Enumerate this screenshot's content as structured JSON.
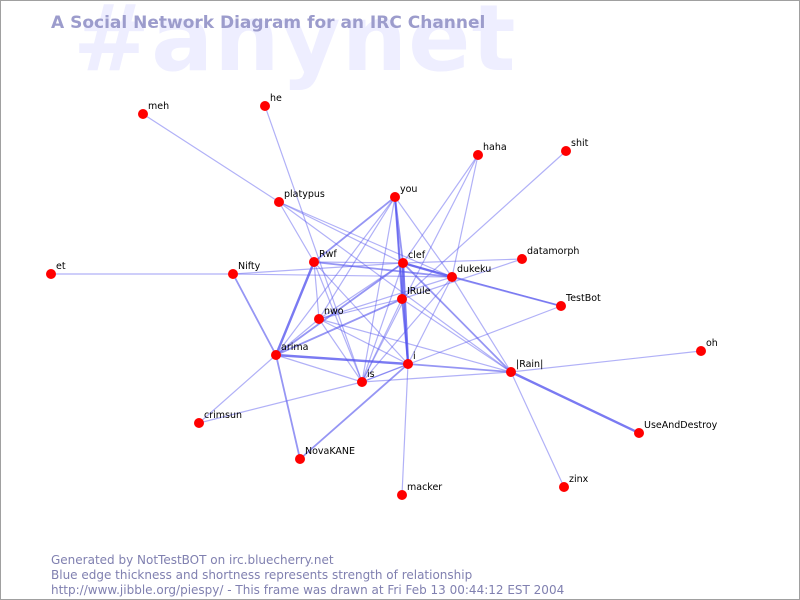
{
  "watermark": "#anynet",
  "title": "A Social Network Diagram for an IRC Channel",
  "footer": {
    "line1": "Generated by NotTestBOT on irc.bluecherry.net",
    "line2": "Blue edge thickness and shortness represents strength of relationship",
    "line3": "http://www.jibble.org/piespy/ - This frame was drawn at Fri Feb 13 00:44:12 EST 2004"
  },
  "colors": {
    "node": "#ff0000",
    "edge": "#5555ee",
    "label": "#000000",
    "title": "#9c9ccc",
    "watermark": "#eeeeff",
    "footer": "#8080b0"
  },
  "nicks": [
    "meh",
    "he",
    "haha",
    "shit",
    "platypus",
    "you",
    "et",
    "Nifty",
    "Rwf",
    "clef",
    "dukeku",
    "datamorph",
    "TestBot",
    "IRule",
    "nwo",
    "arima",
    "i",
    "|Rain|",
    "oh",
    "is",
    "crimsun",
    "UseAndDestroy",
    "NovaKANE",
    "zinx",
    "macker"
  ],
  "relationships": [
    [
      "meh",
      "platypus",
      1
    ],
    [
      "he",
      "is",
      1
    ],
    [
      "et",
      "Nifty",
      1
    ],
    [
      "Nifty",
      "arima",
      2
    ],
    [
      "Nifty",
      "clef",
      1
    ],
    [
      "Nifty",
      "dukeku",
      1
    ],
    [
      "platypus",
      "Rwf",
      1
    ],
    [
      "platypus",
      "clef",
      1
    ],
    [
      "platypus",
      "dukeku",
      1
    ],
    [
      "platypus",
      "|Rain|",
      1
    ],
    [
      "you",
      "Rwf",
      2
    ],
    [
      "you",
      "clef",
      2
    ],
    [
      "you",
      "IRule",
      2
    ],
    [
      "you",
      "i",
      2
    ],
    [
      "you",
      "is",
      1
    ],
    [
      "you",
      "nwo",
      1
    ],
    [
      "you",
      "arima",
      1
    ],
    [
      "you",
      "dukeku",
      1
    ],
    [
      "haha",
      "clef",
      1
    ],
    [
      "haha",
      "dukeku",
      1
    ],
    [
      "haha",
      "is",
      1
    ],
    [
      "shit",
      "IRule",
      1
    ],
    [
      "Rwf",
      "clef",
      1
    ],
    [
      "Rwf",
      "dukeku",
      2
    ],
    [
      "Rwf",
      "arima",
      3
    ],
    [
      "Rwf",
      "i",
      1
    ],
    [
      "Rwf",
      "is",
      1
    ],
    [
      "Rwf",
      "nwo",
      1
    ],
    [
      "clef",
      "dukeku",
      3
    ],
    [
      "clef",
      "IRule",
      2
    ],
    [
      "clef",
      "i",
      3
    ],
    [
      "clef",
      "arima",
      2
    ],
    [
      "clef",
      "nwo",
      1
    ],
    [
      "clef",
      "is",
      1
    ],
    [
      "clef",
      "|Rain|",
      2
    ],
    [
      "clef",
      "TestBot",
      1
    ],
    [
      "clef",
      "datamorph",
      1
    ],
    [
      "dukeku",
      "TestBot",
      2
    ],
    [
      "dukeku",
      "i",
      1
    ],
    [
      "dukeku",
      "is",
      1
    ],
    [
      "dukeku",
      "|Rain|",
      1
    ],
    [
      "dukeku",
      "nwo",
      1
    ],
    [
      "datamorph",
      "IRule",
      1
    ],
    [
      "TestBot",
      "is",
      1
    ],
    [
      "IRule",
      "i",
      2
    ],
    [
      "IRule",
      "nwo",
      1
    ],
    [
      "IRule",
      "arima",
      2
    ],
    [
      "IRule",
      "|Rain|",
      1
    ],
    [
      "IRule",
      "is",
      1
    ],
    [
      "nwo",
      "arima",
      1
    ],
    [
      "nwo",
      "i",
      1
    ],
    [
      "nwo",
      "is",
      1
    ],
    [
      "nwo",
      "|Rain|",
      1
    ],
    [
      "arima",
      "i",
      3
    ],
    [
      "arima",
      "is",
      1
    ],
    [
      "arima",
      "crimsun",
      1
    ],
    [
      "arima",
      "NovaKANE",
      2
    ],
    [
      "i",
      "|Rain|",
      2
    ],
    [
      "i",
      "NovaKANE",
      2
    ],
    [
      "i",
      "macker",
      1
    ],
    [
      "i",
      "is",
      1
    ],
    [
      "|Rain|",
      "UseAndDestroy",
      3
    ],
    [
      "|Rain|",
      "zinx",
      1
    ],
    [
      "|Rain|",
      "oh",
      1
    ],
    [
      "|Rain|",
      "is",
      1
    ],
    [
      "is",
      "crimsun",
      1
    ]
  ]
}
